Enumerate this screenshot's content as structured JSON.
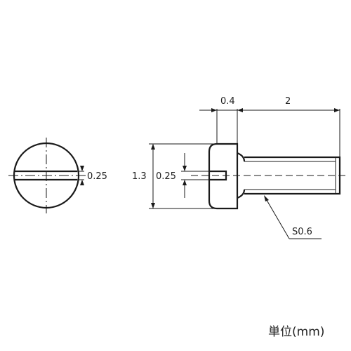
{
  "drawing": {
    "head_length_dim": "0.4",
    "thread_length_dim": "2",
    "head_diameter_dim": "1.3",
    "slot_width_dim_side": "0.25",
    "slot_width_dim_end": "0.25",
    "thread_callout": "S0.6",
    "unit_label": "単位(mm)"
  }
}
